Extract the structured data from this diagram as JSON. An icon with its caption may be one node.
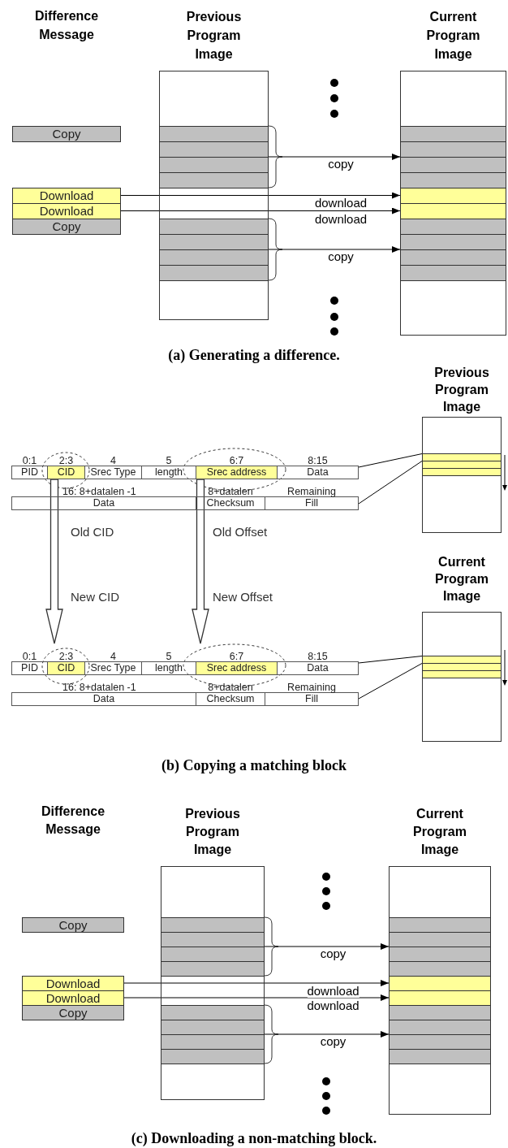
{
  "diagram": {
    "nodes": [
      {
        "text": [
          "Copy"
        ]
      },
      {
        "text": [
          "Download"
        ]
      },
      {
        "text": [
          "Download"
        ]
      },
      {
        "text": [
          "Copy"
        ]
      },
      {
        "text": [
          "Previous Program Image"
        ]
      },
      {
        "text": [],
        "shape": "bar",
        "in": 4
      },
      {
        "text": [],
        "shape": "bar",
        "in": 4
      },
      {
        "text": [],
        "shape": "bar",
        "in": 4
      },
      {
        "text": [],
        "shape": "bar",
        "in": 4
      },
      {
        "text": [],
        "shape": "bar",
        "in": 4
      },
      {
        "text": [],
        "shape": "bar",
        "in": 4
      },
      {
        "text": [],
        "shape": "bar",
        "in": 4
      },
      {
        "text": [],
        "shape": "bar",
        "in": 4
      },
      {
        "text": [
          "Current Program Image"
        ]
      },
      {
        "text": [],
        "shape": "bar",
        "in": 13
      },
      {
        "text": [],
        "shape": "bar",
        "in": 13
      },
      {
        "text": [],
        "shape": "bar",
        "in": 13
      },
      {
        "text": [],
        "shape": "bar",
        "in": 13
      },
      {
        "text": [],
        "shape": "bar",
        "in": 13
      },
      {
        "text": [],
        "shape": "bar",
        "in": 13
      },
      {
        "text": [],
        "shape": "bar",
        "in": 13
      },
      {
        "text": [],
        "shape": "bar",
        "in": 13
      },
      {
        "text": [],
        "shape": "bar",
        "in": 13
      },
      {
        "text": [],
        "shape": "bar",
        "in": 13
      },
      {
        "text": [
          "0:1",
          "PID"
        ]
      },
      {
        "text": [
          "2:3",
          "CID"
        ]
      },
      {
        "text": [
          "4",
          "Srec Type"
        ]
      },
      {
        "text": [
          "5",
          "length"
        ]
      },
      {
        "text": [
          "6:7",
          "Srec address"
        ]
      },
      {
        "text": [
          "8:15",
          "Data"
        ]
      },
      {
        "text": [
          "16: 8+datalen -1",
          "Data"
        ]
      },
      {
        "text": [
          "8+datalen",
          "Checksum"
        ]
      },
      {
        "text": [
          "Remaining",
          "Fill"
        ]
      },
      {
        "text": [
          "Previous Program Image"
        ]
      },
      {
        "text": [],
        "shape": "bar",
        "in": 33
      },
      {
        "text": [],
        "shape": "bar",
        "in": 33
      },
      {
        "text": [],
        "shape": "bar",
        "in": 33
      },
      {
        "text": [
          "0:1",
          "PID"
        ]
      },
      {
        "text": [
          "2:3",
          "CID"
        ]
      },
      {
        "text": [
          "4",
          "Srec Type"
        ]
      },
      {
        "text": [
          "5",
          "length"
        ]
      },
      {
        "text": [
          "6:7",
          "Srec address"
        ]
      },
      {
        "text": [
          "8:15",
          "Data"
        ]
      },
      {
        "text": [
          "16: 8+datalen -1",
          "Data"
        ]
      },
      {
        "text": [
          "8+datalen",
          "Checksum"
        ]
      },
      {
        "text": [
          "Remaining",
          "Fill"
        ]
      },
      {
        "text": [
          "Current Program Image"
        ]
      },
      {
        "text": [],
        "shape": "bar",
        "in": 46
      },
      {
        "text": [],
        "shape": "bar",
        "in": 46
      },
      {
        "text": [],
        "shape": "bar",
        "in": 46
      },
      {
        "text": [
          "Copy"
        ]
      },
      {
        "text": [
          "Download"
        ]
      },
      {
        "text": [
          "Download"
        ]
      },
      {
        "text": [
          "Copy"
        ]
      },
      {
        "text": [
          "Previous Program Image"
        ]
      },
      {
        "text": [],
        "shape": "bar",
        "in": 54
      },
      {
        "text": [],
        "shape": "bar",
        "in": 54
      },
      {
        "text": [],
        "shape": "bar",
        "in": 54
      },
      {
        "text": [],
        "shape": "bar",
        "in": 54
      },
      {
        "text": [],
        "shape": "bar",
        "in": 54
      },
      {
        "text": [],
        "shape": "bar",
        "in": 54
      },
      {
        "text": [],
        "shape": "bar",
        "in": 54
      },
      {
        "text": [],
        "shape": "bar",
        "in": 54
      },
      {
        "text": [
          "Current Program Image"
        ]
      },
      {
        "text": [],
        "shape": "bar",
        "in": 63
      },
      {
        "text": [],
        "shape": "bar",
        "in": 63
      },
      {
        "text": [],
        "shape": "bar",
        "in": 63
      },
      {
        "text": [],
        "shape": "bar",
        "in": 63
      },
      {
        "text": [],
        "shape": "bar",
        "in": 63
      },
      {
        "text": [],
        "shape": "bar",
        "in": 63
      },
      {
        "text": [],
        "shape": "bar",
        "in": 63
      },
      {
        "text": [],
        "shape": "bar",
        "in": 63
      },
      {
        "text": [],
        "shape": "bar",
        "in": 63
      },
      {
        "text": [],
        "shape": "bar",
        "in": 63
      }
    ],
    "edges": [
      {
        "from": 4,
        "to": 13,
        "arrow": "to",
        "label": "copy"
      },
      {
        "from": 1,
        "to": 18,
        "arrow": "to",
        "label": "download"
      },
      {
        "from": 2,
        "to": 19,
        "arrow": "to",
        "label": "download"
      },
      {
        "from": 4,
        "to": 13,
        "arrow": "to",
        "label": "copy"
      },
      {
        "from": 29,
        "to": 34,
        "arrow": "none"
      },
      {
        "from": 32,
        "to": 35,
        "arrow": "none"
      },
      {
        "from": 25,
        "to": 38,
        "arrow": "to",
        "style": "thick"
      },
      {
        "from": 28,
        "to": 41,
        "arrow": "to",
        "style": "thick"
      },
      {
        "from": 42,
        "to": 47,
        "arrow": "none"
      },
      {
        "from": 45,
        "to": 48,
        "arrow": "none"
      },
      {
        "from": 54,
        "to": 63,
        "arrow": "to",
        "label": "copy"
      },
      {
        "from": 51,
        "to": 68,
        "arrow": "to",
        "label": "download"
      },
      {
        "from": 52,
        "to": 69,
        "arrow": "to",
        "label": "download"
      },
      {
        "from": 54,
        "to": 63,
        "arrow": "to",
        "label": "copy"
      }
    ],
    "labels": [
      "Difference Message",
      "(a) Generating a difference.",
      "Old CID",
      "Old Offset",
      "New CID",
      "New Offset",
      "(b) Copying a matching block",
      "Difference Message",
      "(c) Downloading a non-matching block."
    ]
  }
}
